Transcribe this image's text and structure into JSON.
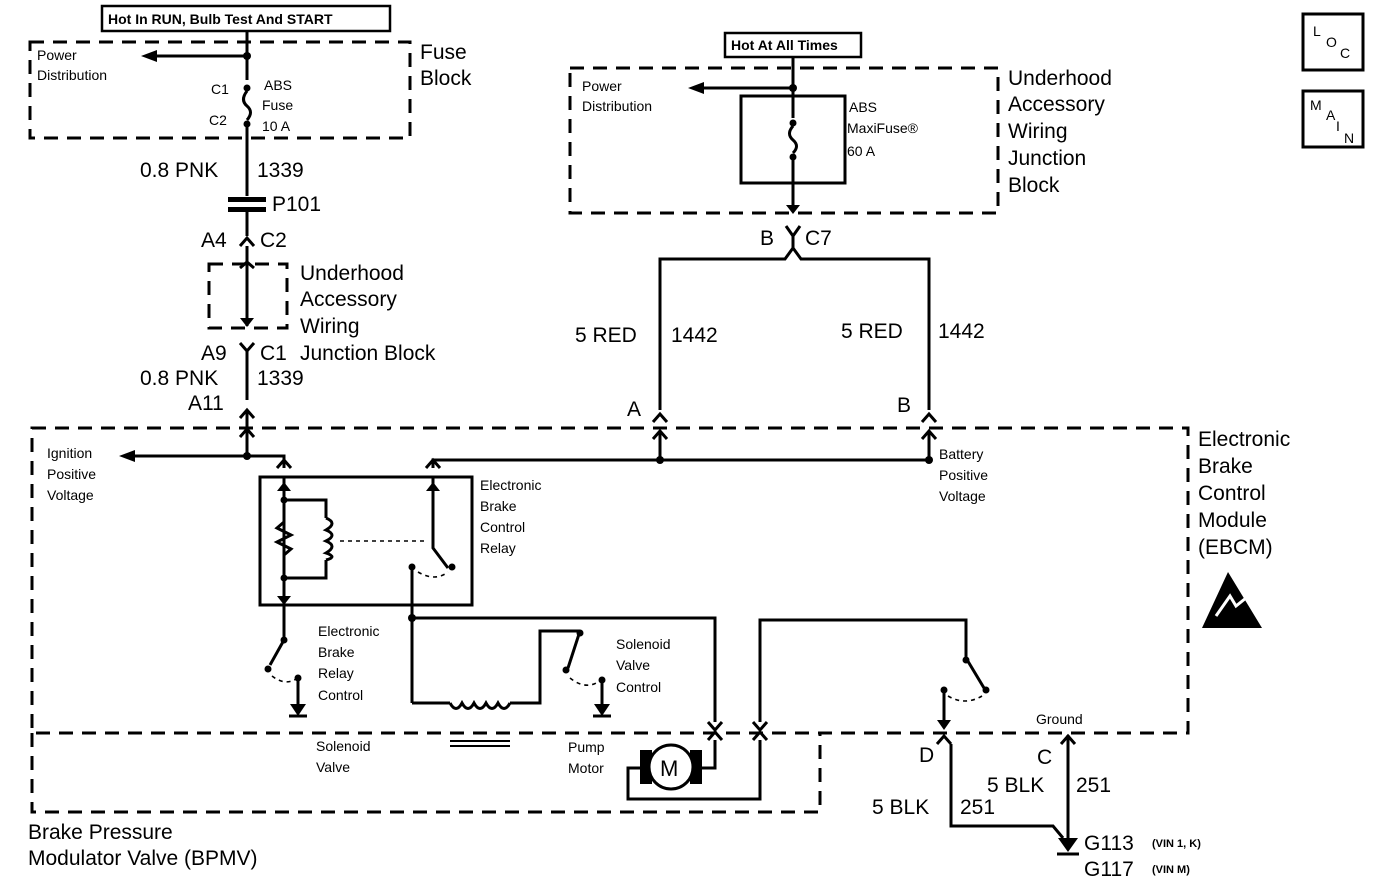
{
  "power": {
    "hot_run": "Hot In RUN, Bulb Test And START",
    "hot_all": "Hot At All Times"
  },
  "nav": {
    "loc": [
      "L",
      "O",
      "C"
    ],
    "main": [
      "M",
      "A",
      "I",
      "N"
    ]
  },
  "fuse_block": {
    "title": [
      "Fuse",
      "Block"
    ],
    "power_dist": [
      "Power",
      "Distribution"
    ],
    "c1": "C1",
    "c2": "C2",
    "fuse": [
      "ABS",
      "Fuse",
      "10 A"
    ]
  },
  "wires": {
    "pnk_top": "0.8 PNK",
    "pnk_top_num": "1339",
    "p101": "P101",
    "a4": "A4",
    "c2": "C2",
    "a9": "A9",
    "c1": "C1",
    "pnk_bot": "0.8 PNK",
    "pnk_bot_num": "1339",
    "a11": "A11",
    "red_left": "5 RED",
    "red_left_num": "1442",
    "red_right": "5 RED",
    "red_right_num": "1442",
    "a": "A",
    "b": "B",
    "c7_b": "B",
    "c7": "C7",
    "d": "D",
    "c": "C",
    "blk_c": "5 BLK",
    "blk_c_num": "251",
    "blk_d": "5 BLK",
    "blk_d_num": "251",
    "g113": "G113",
    "g113_vin": "(VIN 1, K)",
    "g117": "G117",
    "g117_vin": "(VIN M)"
  },
  "uajb_left": {
    "lines": [
      "Underhood",
      "Accessory",
      "Wiring",
      "Junction Block"
    ]
  },
  "uajb_right": {
    "title": [
      "Underhood",
      "Accessory",
      "Wiring",
      "Junction",
      "Block"
    ],
    "power_dist": [
      "Power",
      "Distribution"
    ],
    "fuse": [
      "ABS",
      "MaxiFuse®",
      "60 A"
    ]
  },
  "ebcm": {
    "title": [
      "Electronic",
      "Brake",
      "Control",
      "Module",
      "(EBCM)"
    ],
    "ignition": [
      "Ignition",
      "Positive",
      "Voltage"
    ],
    "battery": [
      "Battery",
      "Positive",
      "Voltage"
    ],
    "relay": [
      "Electronic",
      "Brake",
      "Control",
      "Relay"
    ],
    "relay_ctrl": [
      "Electronic",
      "Brake",
      "Relay",
      "Control"
    ],
    "sol_ctrl": [
      "Solenoid",
      "Valve",
      "Control"
    ],
    "ground": "Ground"
  },
  "bpmv": {
    "title": [
      "Brake Pressure",
      "Modulator Valve (BPMV)"
    ],
    "solenoid": [
      "Solenoid",
      "Valve"
    ],
    "pump": [
      "Pump",
      "Motor"
    ],
    "motor": "M"
  }
}
